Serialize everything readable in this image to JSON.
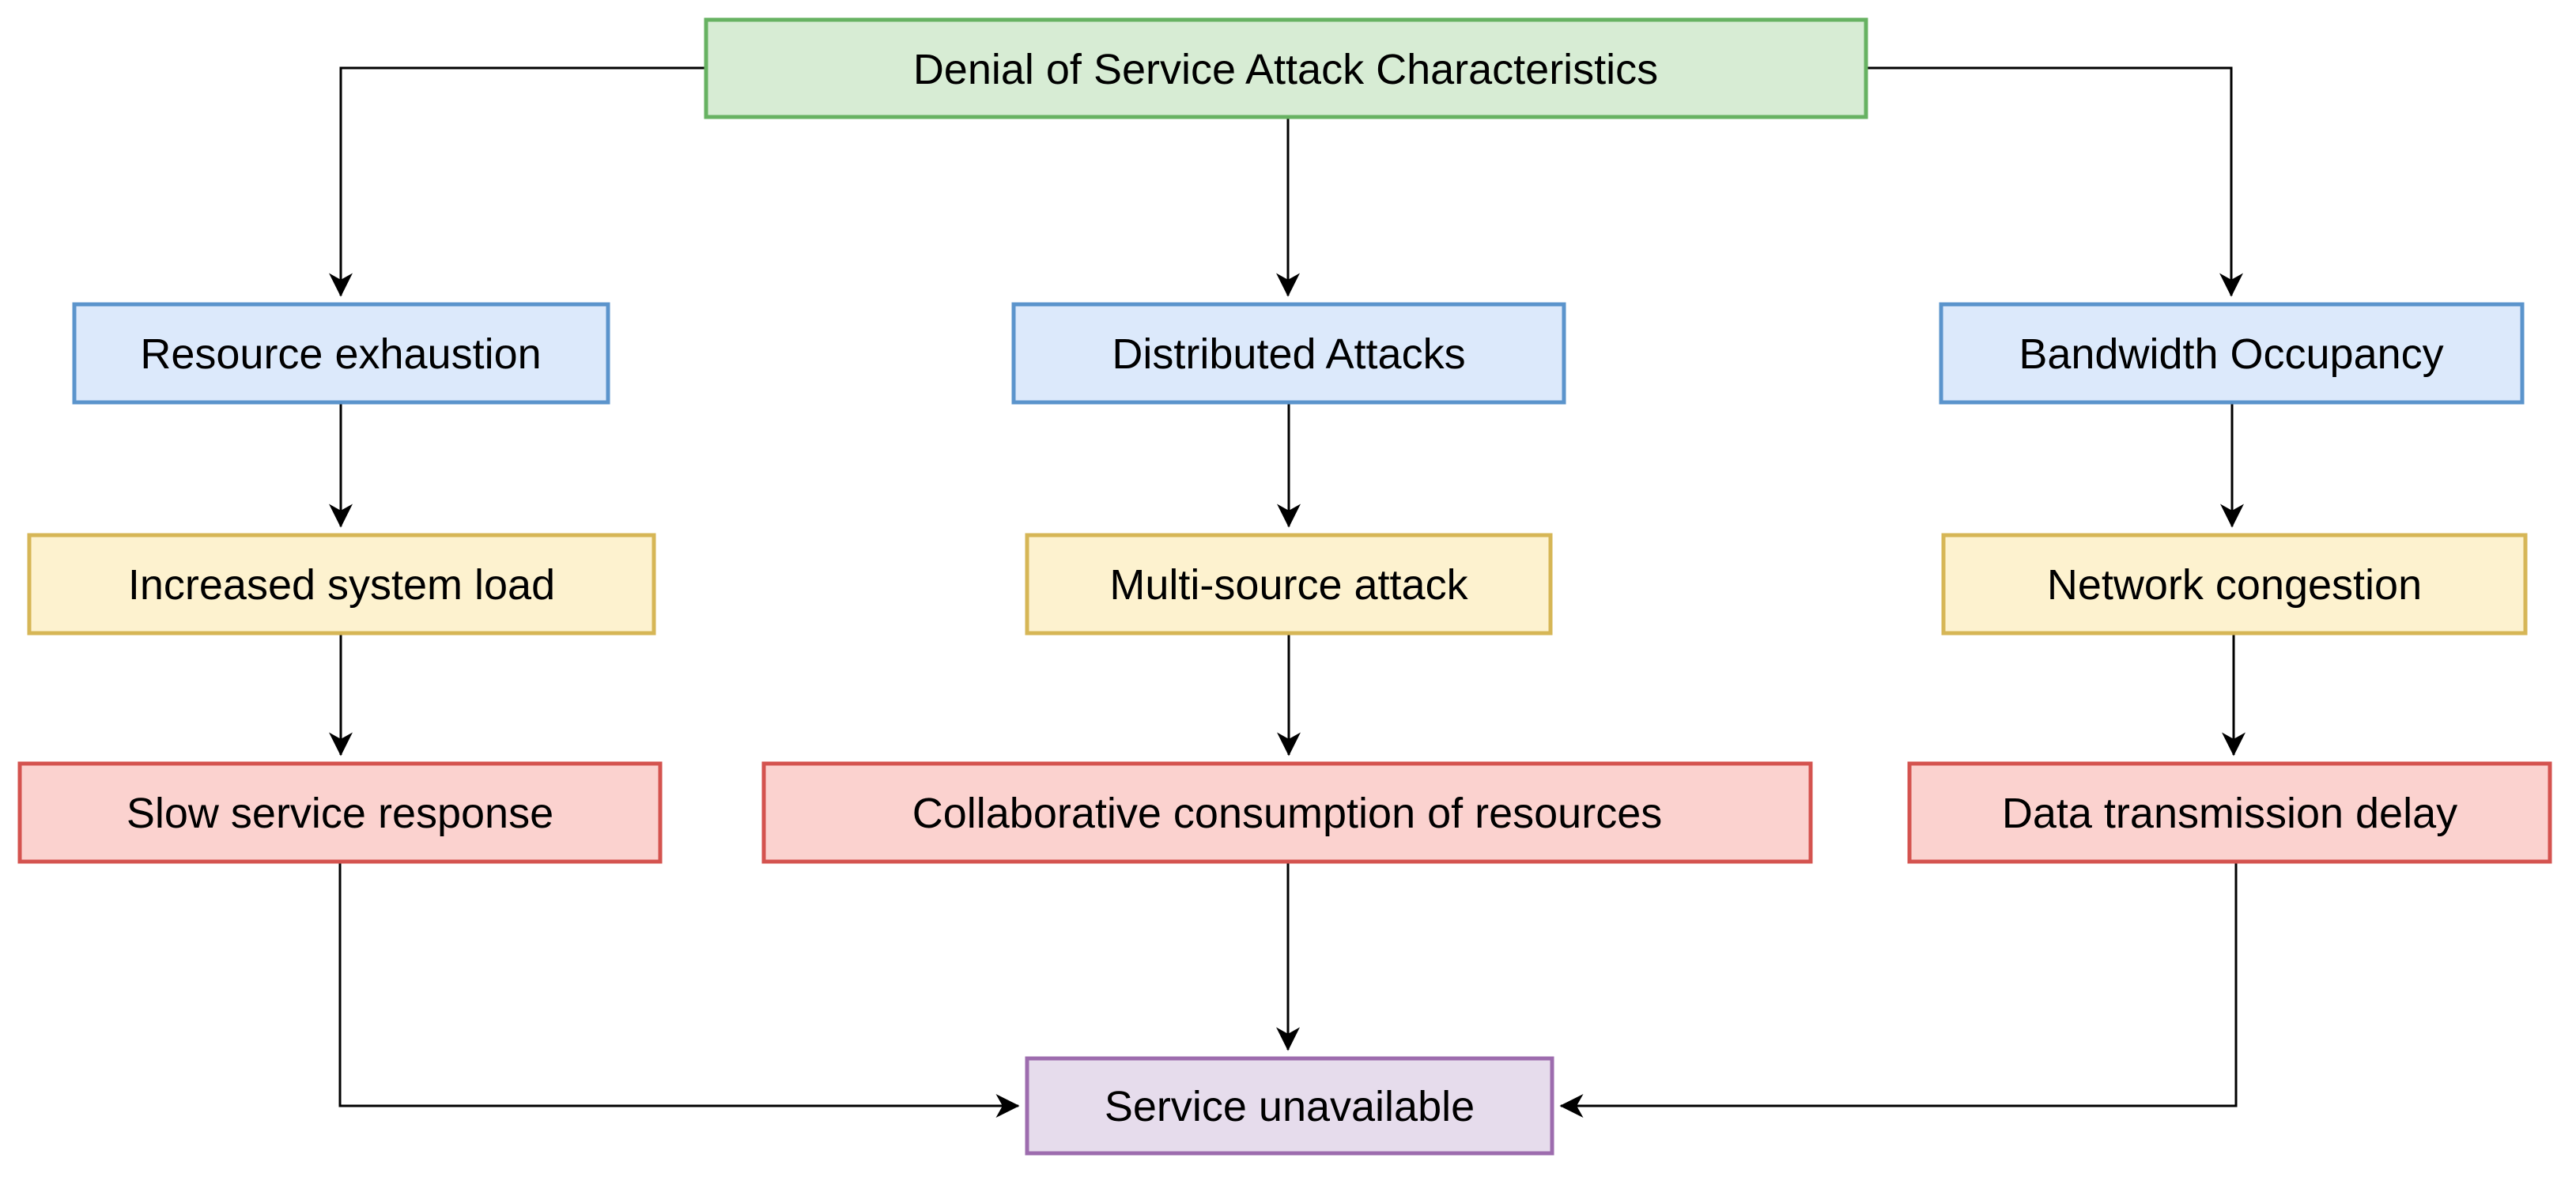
{
  "diagram": {
    "type": "flowchart",
    "background": "#ffffff",
    "edge_color": "#000000",
    "palette": {
      "green": {
        "fill": "#d7ecd4",
        "stroke": "#67b262"
      },
      "blue": {
        "fill": "#dce9fb",
        "stroke": "#5b94cc"
      },
      "yellow": {
        "fill": "#fdf2cf",
        "stroke": "#d6b656"
      },
      "red": {
        "fill": "#fbd2cf",
        "stroke": "#d4534f"
      },
      "purple": {
        "fill": "#e6dcec",
        "stroke": "#9d6cae"
      }
    },
    "nodes": {
      "root": {
        "label": "Denial of Service Attack Characteristics",
        "color": "green"
      },
      "resource_exhaustion": {
        "label": "Resource exhaustion",
        "color": "blue"
      },
      "distributed_attacks": {
        "label": "Distributed Attacks",
        "color": "blue"
      },
      "bandwidth_occupancy": {
        "label": "Bandwidth Occupancy",
        "color": "blue"
      },
      "increased_system_load": {
        "label": "Increased system load",
        "color": "yellow"
      },
      "multi_source_attack": {
        "label": "Multi-source attack",
        "color": "yellow"
      },
      "network_congestion": {
        "label": "Network congestion",
        "color": "yellow"
      },
      "slow_service_response": {
        "label": "Slow service response",
        "color": "red"
      },
      "collaborative_consumption": {
        "label": "Collaborative consumption of resources",
        "color": "red"
      },
      "data_transmission_delay": {
        "label": "Data transmission delay",
        "color": "red"
      },
      "service_unavailable": {
        "label": "Service unavailable",
        "color": "purple"
      }
    },
    "edges": [
      {
        "from": "root",
        "to": "resource_exhaustion"
      },
      {
        "from": "root",
        "to": "distributed_attacks"
      },
      {
        "from": "root",
        "to": "bandwidth_occupancy"
      },
      {
        "from": "resource_exhaustion",
        "to": "increased_system_load"
      },
      {
        "from": "distributed_attacks",
        "to": "multi_source_attack"
      },
      {
        "from": "bandwidth_occupancy",
        "to": "network_congestion"
      },
      {
        "from": "increased_system_load",
        "to": "slow_service_response"
      },
      {
        "from": "multi_source_attack",
        "to": "collaborative_consumption"
      },
      {
        "from": "network_congestion",
        "to": "data_transmission_delay"
      },
      {
        "from": "slow_service_response",
        "to": "service_unavailable"
      },
      {
        "from": "collaborative_consumption",
        "to": "service_unavailable"
      },
      {
        "from": "data_transmission_delay",
        "to": "service_unavailable"
      }
    ]
  }
}
